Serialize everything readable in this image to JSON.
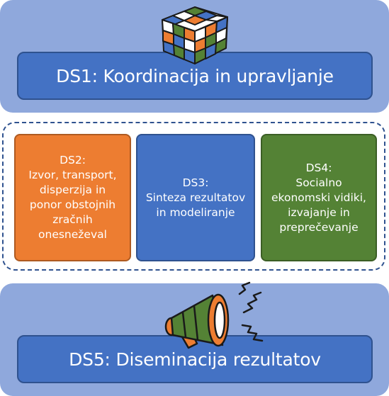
{
  "ds1": {
    "label": "DS1: Koordinacija in upravljanje"
  },
  "ds2": {
    "label": "DS2:\nIzvor, transport,\ndisperzija in\nponor obstojnih\nzračnih\nonesneževal"
  },
  "ds3": {
    "label": "DS3:\nSinteza rezultatov\nin modeliranje"
  },
  "ds4": {
    "label": "DS4:\nSocialno\nekonomski vidiki,\nizvajanje in\npreprečevanje"
  },
  "ds5": {
    "label": "DS5: Diseminacija rezultatov"
  },
  "icons": {
    "top": "rubiks-cube-icon",
    "bottom": "megaphone-icon"
  },
  "colors": {
    "panel": "#8fa8dc",
    "blue": "#4472c4",
    "orange": "#ed7d31",
    "green": "#548235",
    "border": "#2f528f"
  }
}
